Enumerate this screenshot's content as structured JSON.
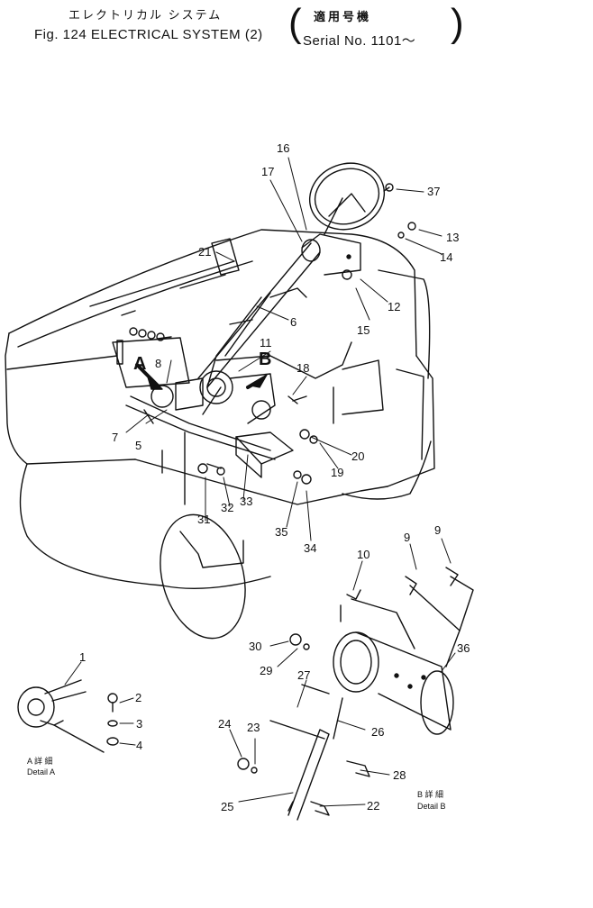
{
  "header": {
    "title_jp": "エレクトリカル システム",
    "title_en": "Fig. 124  ELECTRICAL  SYSTEM  (2)",
    "serial_jp": "適用号機",
    "serial_en": "Serial  No. 1101～",
    "paren_open": "(",
    "paren_close": ")"
  },
  "view_labels": {
    "a": "A",
    "b": "B"
  },
  "details": {
    "a_jp": "A 詳 細",
    "a_en": "Detail A",
    "b_jp": "B 詳 細",
    "b_en": "Detail B"
  },
  "callouts": {
    "c1": "1",
    "c2": "2",
    "c3": "3",
    "c4": "4",
    "c5": "5",
    "c6": "6",
    "c7": "7",
    "c8": "8",
    "c9a": "9",
    "c9b": "9",
    "c10": "10",
    "c11": "11",
    "c12": "12",
    "c13": "13",
    "c14": "14",
    "c15": "15",
    "c16": "16",
    "c17": "17",
    "c18": "18",
    "c19": "19",
    "c20": "20",
    "c21": "21",
    "c22": "22",
    "c23": "23",
    "c24": "24",
    "c25": "25",
    "c26": "26",
    "c27": "27",
    "c28": "28",
    "c29": "29",
    "c30": "30",
    "c31": "31",
    "c32": "32",
    "c33": "33",
    "c34": "34",
    "c35": "35",
    "c36": "36",
    "c37": "37"
  }
}
